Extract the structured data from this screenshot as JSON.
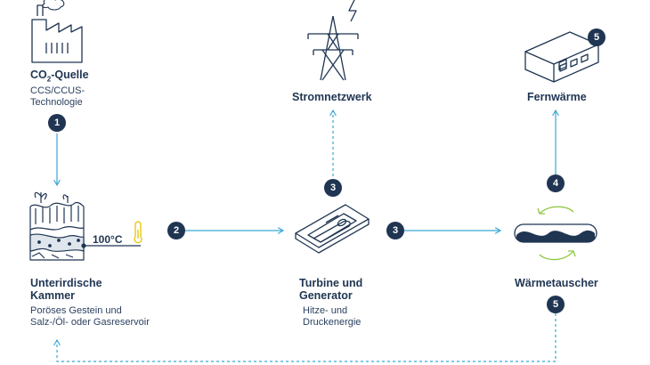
{
  "colors": {
    "navy": "#1f3552",
    "arrow_blue": "#3aa7d6",
    "cycle_green": "#8cc63f",
    "thermo_yellow": "#e6c200"
  },
  "nodes": {
    "co2_source": {
      "title_main": "CO",
      "title_sub": "2",
      "title_rest": "-Quelle",
      "desc_line1": "CCS/CCUS-",
      "desc_line2": "Technologie",
      "icon": "factory-icon"
    },
    "grid": {
      "title": "Stromnetzwerk",
      "icon": "power-tower-icon"
    },
    "district_heat": {
      "title": "Fernwärme",
      "icon": "building-icon"
    },
    "chamber": {
      "title_line1": "Unterirdische",
      "title_line2": "Kammer",
      "desc_line1": "Poröses Gestein und",
      "desc_line2": "Salz-/Öl- oder Gasreservoir",
      "temperature": "100°C",
      "icon": "underground-chamber-icon"
    },
    "turbine": {
      "title_line1": "Turbine und",
      "title_line2": "Generator",
      "desc_line1": "Hitze- und",
      "desc_line2": "Druckenergie",
      "icon": "turbine-icon"
    },
    "heat_exchanger": {
      "title": "Wärmetauscher",
      "icon": "heat-exchanger-icon"
    }
  },
  "steps": {
    "co2_to_chamber": "1",
    "chamber_to_turbine": "2",
    "turbine_to_grid": "3",
    "turbine_to_exchanger": "3",
    "exchanger_to_heat": "4",
    "exchanger_return": "5",
    "building": "5"
  }
}
